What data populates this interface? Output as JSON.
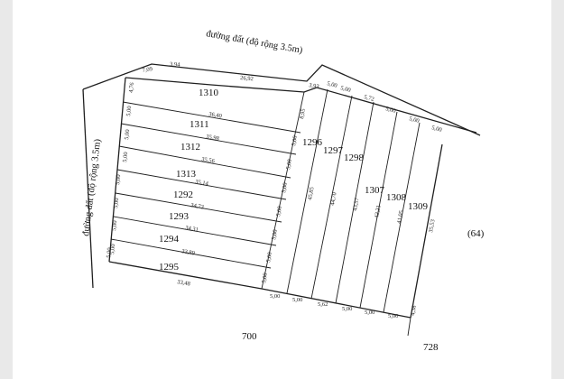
{
  "roads": {
    "top": "đường đất (độ rộng 3.5m)",
    "left": "đường đất (độ rộng 3.5m)"
  },
  "lots": {
    "row_lots": [
      "1310",
      "1311",
      "1312",
      "1313",
      "1292",
      "1293",
      "1294",
      "1295"
    ],
    "column_lots": [
      "1296",
      "1297",
      "1298",
      "1307",
      "1308",
      "1309"
    ],
    "neighbors": [
      "(64)",
      "700",
      "728"
    ]
  },
  "dimensions": {
    "top_boundary": [
      "7,09",
      "3,94",
      "26,92",
      "3,93",
      "5,00",
      "5,00",
      "5,72",
      "5,00",
      "5,00",
      "5,00"
    ],
    "left_boundary": [
      "4,76",
      "5,00",
      "5,00",
      "5,00",
      "5,00",
      "5,00",
      "5,00",
      "5,00",
      "5,00"
    ],
    "row_lengths": [
      "36,40",
      "35,98",
      "35,56",
      "35,14",
      "34,73",
      "34,31",
      "33,89",
      "33,48"
    ],
    "inner_edge": [
      "8,95",
      "5,00",
      "5,00",
      "5,00",
      "5,00",
      "5,00",
      "5,00",
      "5,00"
    ],
    "column_lengths": [
      "45,85",
      "44,70",
      "43,57",
      "42,21",
      "41,05",
      "35,53"
    ],
    "bottom_boundary": [
      "5,00",
      "5,00",
      "5,62",
      "5,00",
      "5,00",
      "5,00",
      "4,38"
    ]
  }
}
